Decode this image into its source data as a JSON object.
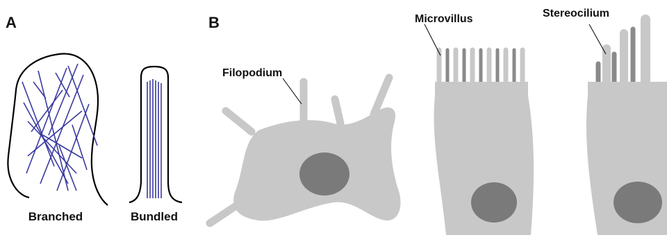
{
  "panels": {
    "a": {
      "letter": "A",
      "branched_caption": "Branched",
      "bundled_caption": "Bundled"
    },
    "b": {
      "letter": "B",
      "filopodium": "Filopodium",
      "microvillus": "Microvillus",
      "stereocilium": "Stereocilium"
    }
  },
  "colors": {
    "cell_fill": "#c8c8c8",
    "nucleus": "#7a7a7a",
    "protrusion_dark": "#8a8a8a",
    "actin_filament": "#3a3aa0",
    "outline": "#000000"
  }
}
